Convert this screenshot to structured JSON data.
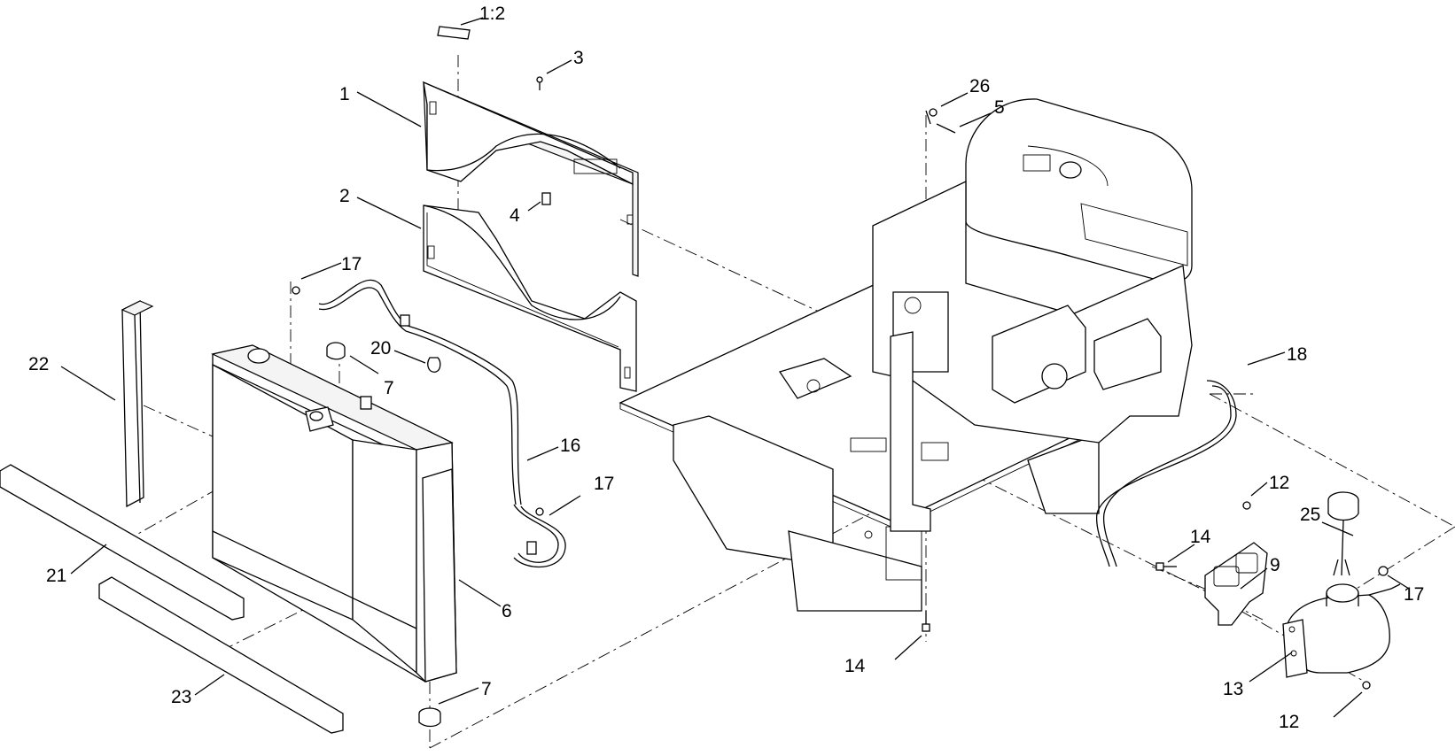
{
  "diagram": {
    "callouts": [
      {
        "id": "c-1-2",
        "text": "1:2"
      },
      {
        "id": "c-3",
        "text": "3"
      },
      {
        "id": "c-1",
        "text": "1"
      },
      {
        "id": "c-26",
        "text": "26"
      },
      {
        "id": "c-5",
        "text": "5"
      },
      {
        "id": "c-2",
        "text": "2"
      },
      {
        "id": "c-4",
        "text": "4"
      },
      {
        "id": "c-17a",
        "text": "17"
      },
      {
        "id": "c-22",
        "text": "22"
      },
      {
        "id": "c-20",
        "text": "20"
      },
      {
        "id": "c-7a",
        "text": "7"
      },
      {
        "id": "c-16",
        "text": "16"
      },
      {
        "id": "c-18",
        "text": "18"
      },
      {
        "id": "c-17b",
        "text": "17"
      },
      {
        "id": "c-12a",
        "text": "12"
      },
      {
        "id": "c-25",
        "text": "25"
      },
      {
        "id": "c-14a",
        "text": "14"
      },
      {
        "id": "c-9",
        "text": "9"
      },
      {
        "id": "c-17c",
        "text": "17"
      },
      {
        "id": "c-21",
        "text": "21"
      },
      {
        "id": "c-6",
        "text": "6"
      },
      {
        "id": "c-14b",
        "text": "14"
      },
      {
        "id": "c-13",
        "text": "13"
      },
      {
        "id": "c-23",
        "text": "23"
      },
      {
        "id": "c-7b",
        "text": "7"
      },
      {
        "id": "c-12b",
        "text": "12"
      }
    ]
  }
}
